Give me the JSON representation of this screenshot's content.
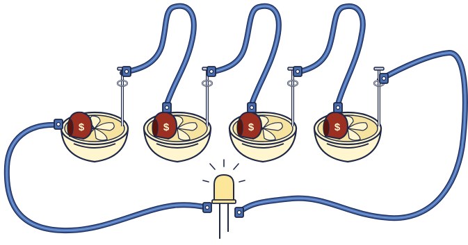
{
  "diagram": {
    "colors": {
      "wire": "#4a6fb0",
      "wire_dark": "#1d2c5a",
      "lemon_flesh": "#f6e39f",
      "lemon_rind": "#fff6cf",
      "outline": "#1f2847",
      "coin": "#9a2f22",
      "nail": "#9aa0b4",
      "led": "#fbe69a"
    },
    "lemons": [
      {
        "id": "lemon-1"
      },
      {
        "id": "lemon-2"
      },
      {
        "id": "lemon-3"
      },
      {
        "id": "lemon-4"
      }
    ],
    "coin_symbol": "$",
    "led_lit": true
  }
}
